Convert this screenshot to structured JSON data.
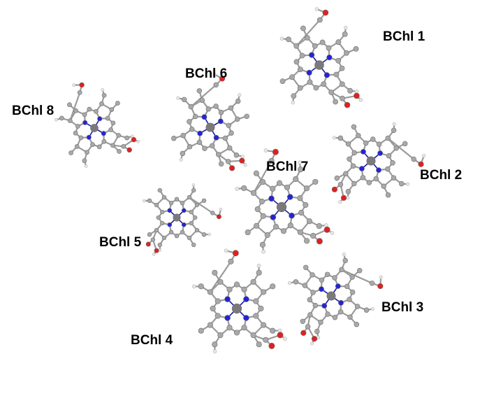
{
  "colors": {
    "background": "#ffffff",
    "carbon": "#a9a9a9",
    "carbon_edge": "#6e6e6e",
    "nitrogen": "#2424d6",
    "oxygen": "#e02020",
    "hydrogen": "#e8e8e8",
    "magnesium": "#7a7a7a",
    "bond": "#9b9b9b",
    "label": "#000000"
  },
  "molecules": [
    {
      "id": "bchl-1",
      "label": "BChl 1"
    },
    {
      "id": "bchl-2",
      "label": "BChl 2"
    },
    {
      "id": "bchl-3",
      "label": "BChl 3"
    },
    {
      "id": "bchl-4",
      "label": "BChl 4"
    },
    {
      "id": "bchl-5",
      "label": "BChl 5"
    },
    {
      "id": "bchl-6",
      "label": "BChl 6"
    },
    {
      "id": "bchl-7",
      "label": "BChl 7"
    },
    {
      "id": "bchl-8",
      "label": "BChl 8"
    }
  ]
}
